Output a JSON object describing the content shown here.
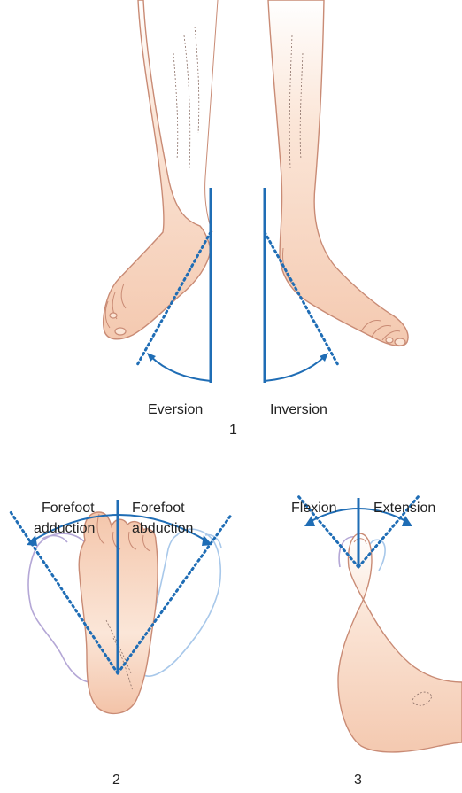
{
  "panel1": {
    "left_label": "Eversion",
    "right_label": "Inversion",
    "number": "1"
  },
  "panel2": {
    "left_label_line1": "Forefoot",
    "left_label_line2": "adduction",
    "right_label_line1": "Forefoot",
    "right_label_line2": "abduction",
    "number": "2"
  },
  "panel3": {
    "left_label": "Flexion",
    "right_label": "Extension",
    "number": "3"
  },
  "colors": {
    "axis_blue": "#1f6db5",
    "skin": "#f6d3be",
    "skin_outline": "#c98b75",
    "ghost_blue": "#a8c8ea",
    "ghost_purple": "#b4a7d6"
  }
}
